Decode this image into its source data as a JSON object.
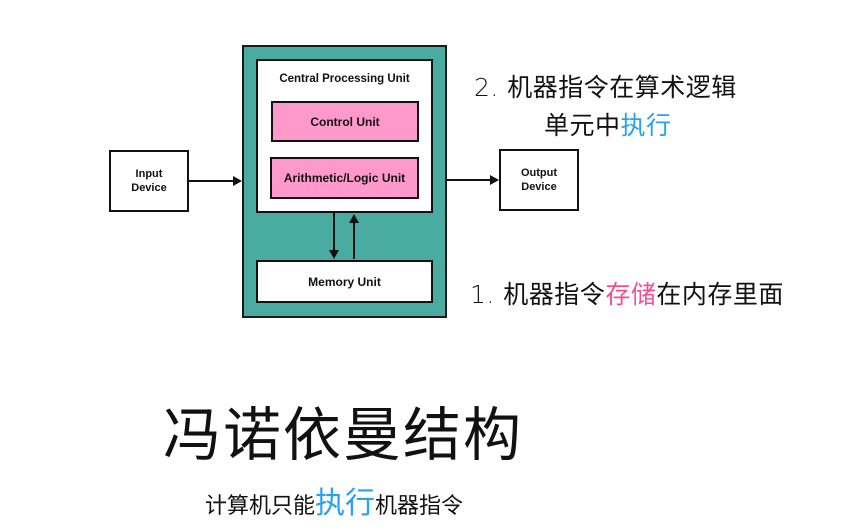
{
  "diagram": {
    "input_device": "Input\nDevice",
    "input_device_lines": [
      "Input",
      "Device"
    ],
    "output_device_lines": [
      "Output",
      "Device"
    ],
    "cpu_title": "Central Processing Unit",
    "control_unit": "Control Unit",
    "alu": "Arithmetic/Logic Unit",
    "memory_unit": "Memory Unit",
    "colors": {
      "outer_box": "#4aaba0",
      "unit_pink": "#ff99cc",
      "highlight_blue": "#2aa0f0",
      "highlight_pink": "#f0509a"
    }
  },
  "annotations": {
    "note2": {
      "line1": "2. 机器指令在算术逻辑",
      "line2_prefix": "单元中",
      "line2_highlight": "执行"
    },
    "note1": {
      "prefix": "1. 机器指令",
      "highlight": "存储",
      "suffix": "在内存里面"
    }
  },
  "title": "冯诺依曼结构",
  "subtitle": {
    "prefix": "计算机只能",
    "highlight": "执行",
    "suffix": "机器指令"
  }
}
